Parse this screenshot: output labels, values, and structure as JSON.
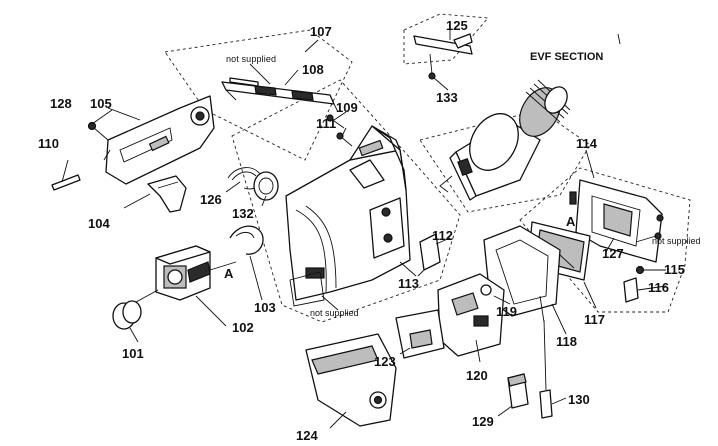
{
  "section_label": "EVF SECTION",
  "notes": {
    "not_supplied_top": "not supplied",
    "not_supplied_bottom": "not supplied",
    "not_supplied_right": "not supplied"
  },
  "markers": {
    "a_left": "A",
    "a_right": "A"
  },
  "parts": {
    "p101": "101",
    "p102": "102",
    "p103": "103",
    "p104": "104",
    "p105": "105",
    "p107": "107",
    "p108": "108",
    "p109": "109",
    "p110": "110",
    "p111": "111",
    "p112": "112",
    "p113": "113",
    "p114": "114",
    "p115": "115",
    "p116": "116",
    "p117": "117",
    "p118": "118",
    "p119": "119",
    "p120": "120",
    "p123": "123",
    "p124": "124",
    "p125": "125",
    "p126": "126",
    "p127": "127",
    "p128": "128",
    "p129": "129",
    "p130": "130",
    "p132": "132",
    "p133": "133"
  }
}
